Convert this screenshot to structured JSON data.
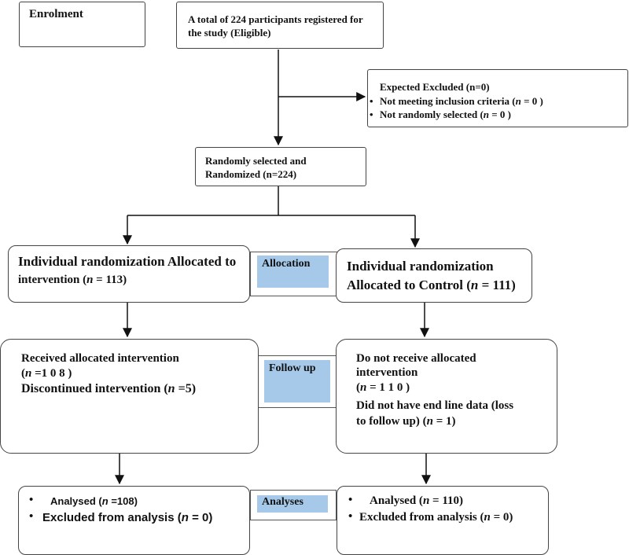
{
  "enrolment": {
    "label": "Enrolment"
  },
  "registered": {
    "line1": "A total of 224 participants registered for",
    "line2": "the study (Eligible)"
  },
  "excluded": {
    "title": "Expected Excluded (n=0)",
    "bullet": "•",
    "item1": {
      "pre": "Not meeting inclusion criteria (",
      "n": "n",
      "post": " =  0 )"
    },
    "item2": {
      "pre": "Not randomly selected (",
      "n": "n",
      "post": " =  0 )"
    }
  },
  "randomized": {
    "line1": "Randomly selected and",
    "line2": "Randomized (n=224)"
  },
  "stages": {
    "allocation": "Allocation",
    "follow_up": "Follow up",
    "analyses": "Analyses"
  },
  "intervention_alloc": {
    "line1": "Individual randomization Allocated to",
    "line2_pre": "intervention (",
    "n": "n",
    "line2_post": " = 113)"
  },
  "control_alloc": {
    "line1": "Individual randomization",
    "line2_pre": "Allocated to Control (",
    "n": "n",
    "line2_post": " = 111)"
  },
  "intervention_follow": {
    "line1": "Received allocated intervention",
    "line2_pre": "(",
    "n": "n",
    "line2_post": " =1 0 8 )",
    "line3_pre": "Discontinued intervention (",
    "line3_post": " =5)"
  },
  "control_follow": {
    "line1": "Do not receive allocated",
    "line2": "intervention",
    "line3_pre": "(",
    "n": "n",
    "line3_post": " =  1 1 0 )",
    "line4": "Did not have end line data (loss",
    "line5_pre": "to follow up)    (",
    "line5_post": " = 1)"
  },
  "intervention_analysis": {
    "bullet": "•",
    "line1_pre": "Analysed (",
    "n": "n",
    "line1_post": " =108)",
    "line2_pre": "Excluded from analysis (",
    "line2_post": " = 0)"
  },
  "control_analysis": {
    "bullet": "•",
    "line1_pre": "Analysed (",
    "n": "n",
    "line1_post": " = 110)",
    "line2_pre": "Excluded from analysis (",
    "line2_post": " = 0)"
  }
}
